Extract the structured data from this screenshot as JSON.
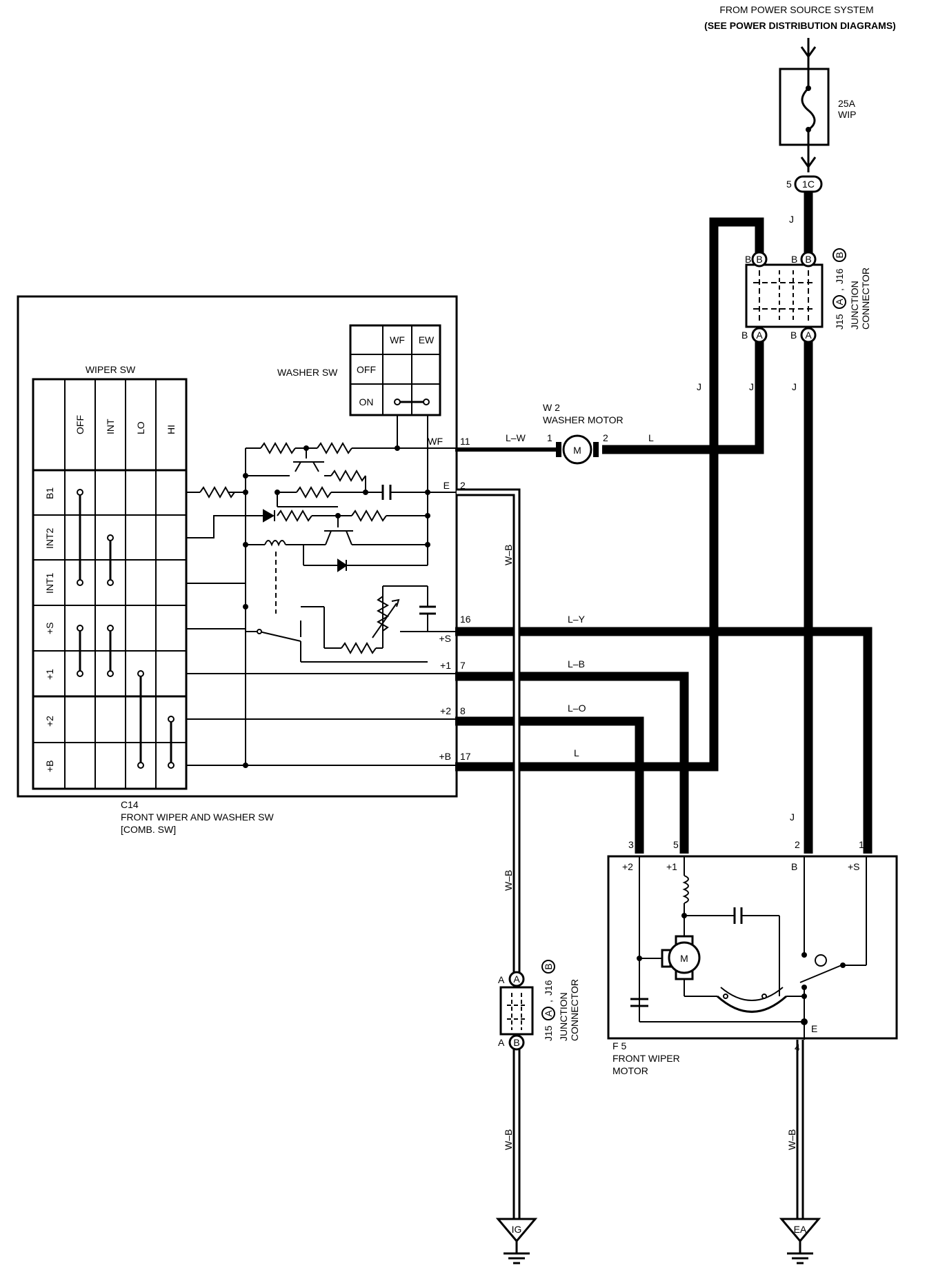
{
  "power_source": {
    "line1": "FROM POWER SOURCE SYSTEM",
    "line2": "(SEE POWER DISTRIBUTION DIAGRAMS)"
  },
  "fuse": {
    "rating": "25A",
    "name": "WIP"
  },
  "connector_1c": {
    "label": "1C",
    "pin": "5"
  },
  "junction_top": {
    "id_a": "J15",
    "id_b": "J16",
    "sep": ",",
    "name_line1": "JUNCTION",
    "name_line2": "CONNECTOR",
    "pins": [
      "B",
      "B",
      "B",
      "B",
      "B",
      "A",
      "B",
      "A"
    ],
    "circle_a": "A",
    "circle_b": "B"
  },
  "junction_bottom": {
    "id_a": "J15",
    "id_b": "J16",
    "sep": ",",
    "name_line1": "JUNCTION",
    "name_line2": "CONNECTOR",
    "pin_top_letter": "A",
    "pin_top_circle": "A",
    "pin_bot_letter": "A",
    "pin_bot_circle": "B",
    "circle_a": "A",
    "circle_b": "B"
  },
  "wiper_sw": {
    "title": "WIPER SW",
    "columns": [
      "OFF",
      "INT",
      "LO",
      "HI"
    ],
    "rows": [
      "B1",
      "INT2",
      "INT1",
      "+S",
      "+1",
      "+2",
      "+B"
    ]
  },
  "washer_sw": {
    "title": "WASHER SW",
    "columns": [
      "WF",
      "EW"
    ],
    "rows": [
      "OFF",
      "ON"
    ]
  },
  "switch_pins": [
    {
      "terminal": "WF",
      "pin": "11",
      "wire": "L–W"
    },
    {
      "terminal": "E",
      "pin": "2",
      "wire": "W–B"
    },
    {
      "terminal": "+S",
      "pin": "16",
      "wire": "L–Y"
    },
    {
      "terminal": "+1",
      "pin": "7",
      "wire": "L–B"
    },
    {
      "terminal": "+2",
      "pin": "8",
      "wire": "L–O"
    },
    {
      "terminal": "+B",
      "pin": "17",
      "wire": "L"
    }
  ],
  "washer_motor": {
    "code": "W 2",
    "name": "WASHER MOTOR",
    "pin1": "1",
    "pin2": "2",
    "wire_out": "L",
    "symbol": "M"
  },
  "comb_switch": {
    "code": "C14",
    "name_line1": "FRONT WIPER AND WASHER SW",
    "name_line2": "[COMB. SW]"
  },
  "wiper_motor": {
    "code": "F 5",
    "name_line1": "FRONT WIPER",
    "name_line2": "MOTOR",
    "symbol": "M",
    "pins": [
      {
        "num": "3",
        "terminal": "+2"
      },
      {
        "num": "5",
        "terminal": "+1"
      },
      {
        "num": "2",
        "terminal": "B"
      },
      {
        "num": "1",
        "terminal": "+S"
      }
    ],
    "ground_terminal": "E",
    "ground_pin": "4"
  },
  "wire_labels": {
    "wb": "W–B",
    "j": "J"
  },
  "grounds": [
    {
      "label": "IG"
    },
    {
      "label": "EA"
    }
  ]
}
